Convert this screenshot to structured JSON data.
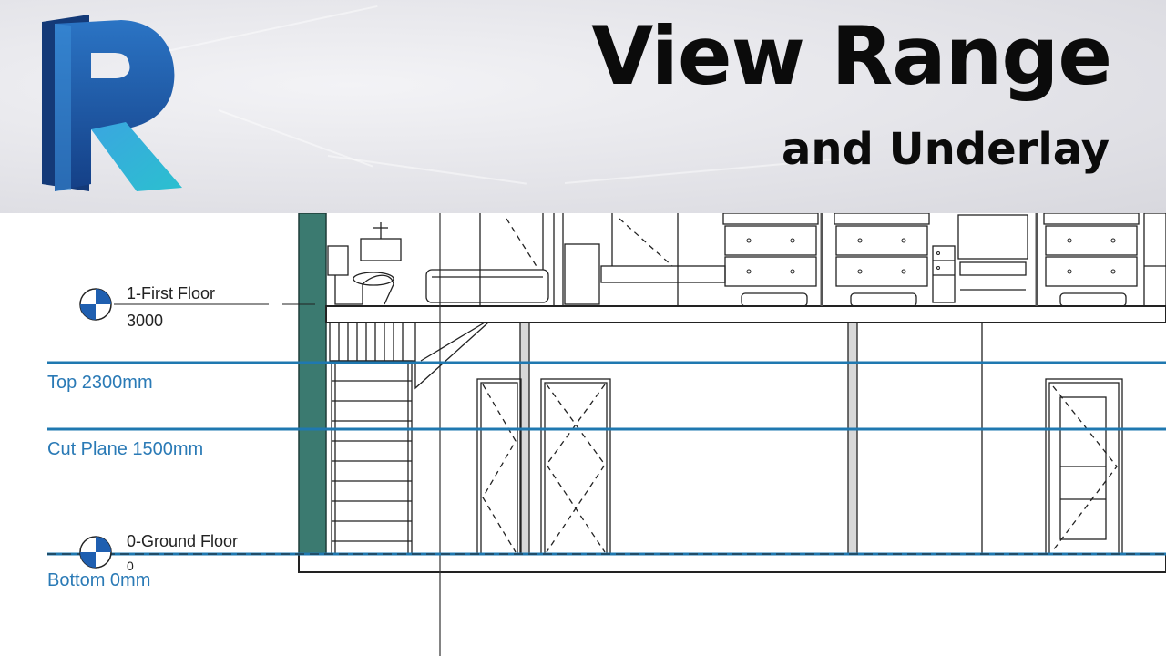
{
  "header": {
    "title": "View Range",
    "subtitle": "and Underlay",
    "logo": {
      "glyph": "revit-logo-icon",
      "colors": [
        "#1c4f9c",
        "#2e88c9",
        "#36b3d6"
      ]
    }
  },
  "levels": [
    {
      "name": "1-First Floor",
      "elevation": "3000",
      "icon": "level-head-icon"
    },
    {
      "name": "0-Ground Floor",
      "elevation": "0",
      "icon": "level-head-icon"
    }
  ],
  "view_range": [
    {
      "label": "Top 2300mm"
    },
    {
      "label": "Cut Plane 1500mm"
    },
    {
      "label": "Bottom 0mm"
    }
  ],
  "colors": {
    "view_range_line": "#1f78b0",
    "view_range_text": "#2a7ab6",
    "wall_fill": "#3b7a70",
    "line": "#222222"
  }
}
